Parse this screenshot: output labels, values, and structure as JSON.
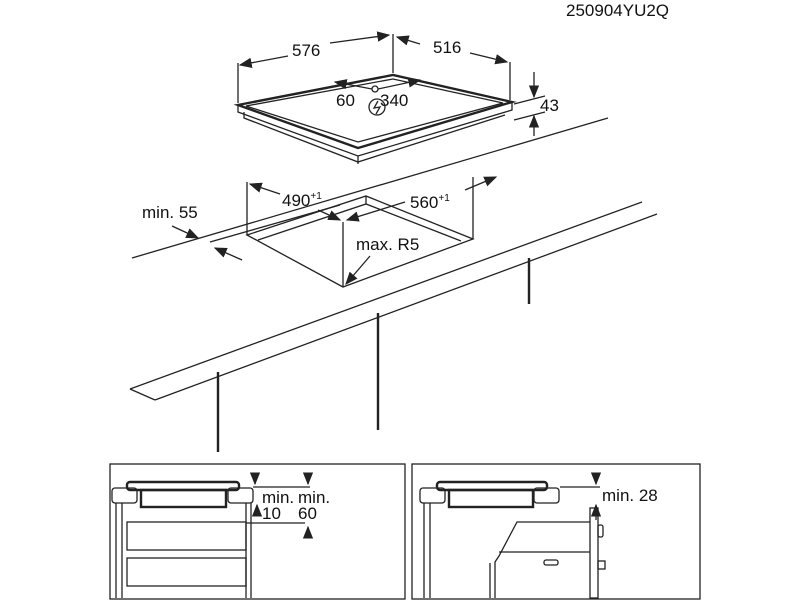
{
  "code": "250904YU2Q",
  "hob": {
    "width": "576",
    "depth": "516",
    "height": "43",
    "conn_left": "60",
    "conn_right": "340",
    "power_icon": "lightning-circle-icon"
  },
  "cutout": {
    "width": "490",
    "width_tol": "+1",
    "depth": "560",
    "depth_tol": "+1",
    "front_margin": "min. 55",
    "radius": "max. R5"
  },
  "detail_left": {
    "min_a_label": "min.",
    "min_a_value": "10",
    "min_b_label": "min.",
    "min_b_value": "60"
  },
  "detail_right": {
    "min_label": "min. 28"
  }
}
